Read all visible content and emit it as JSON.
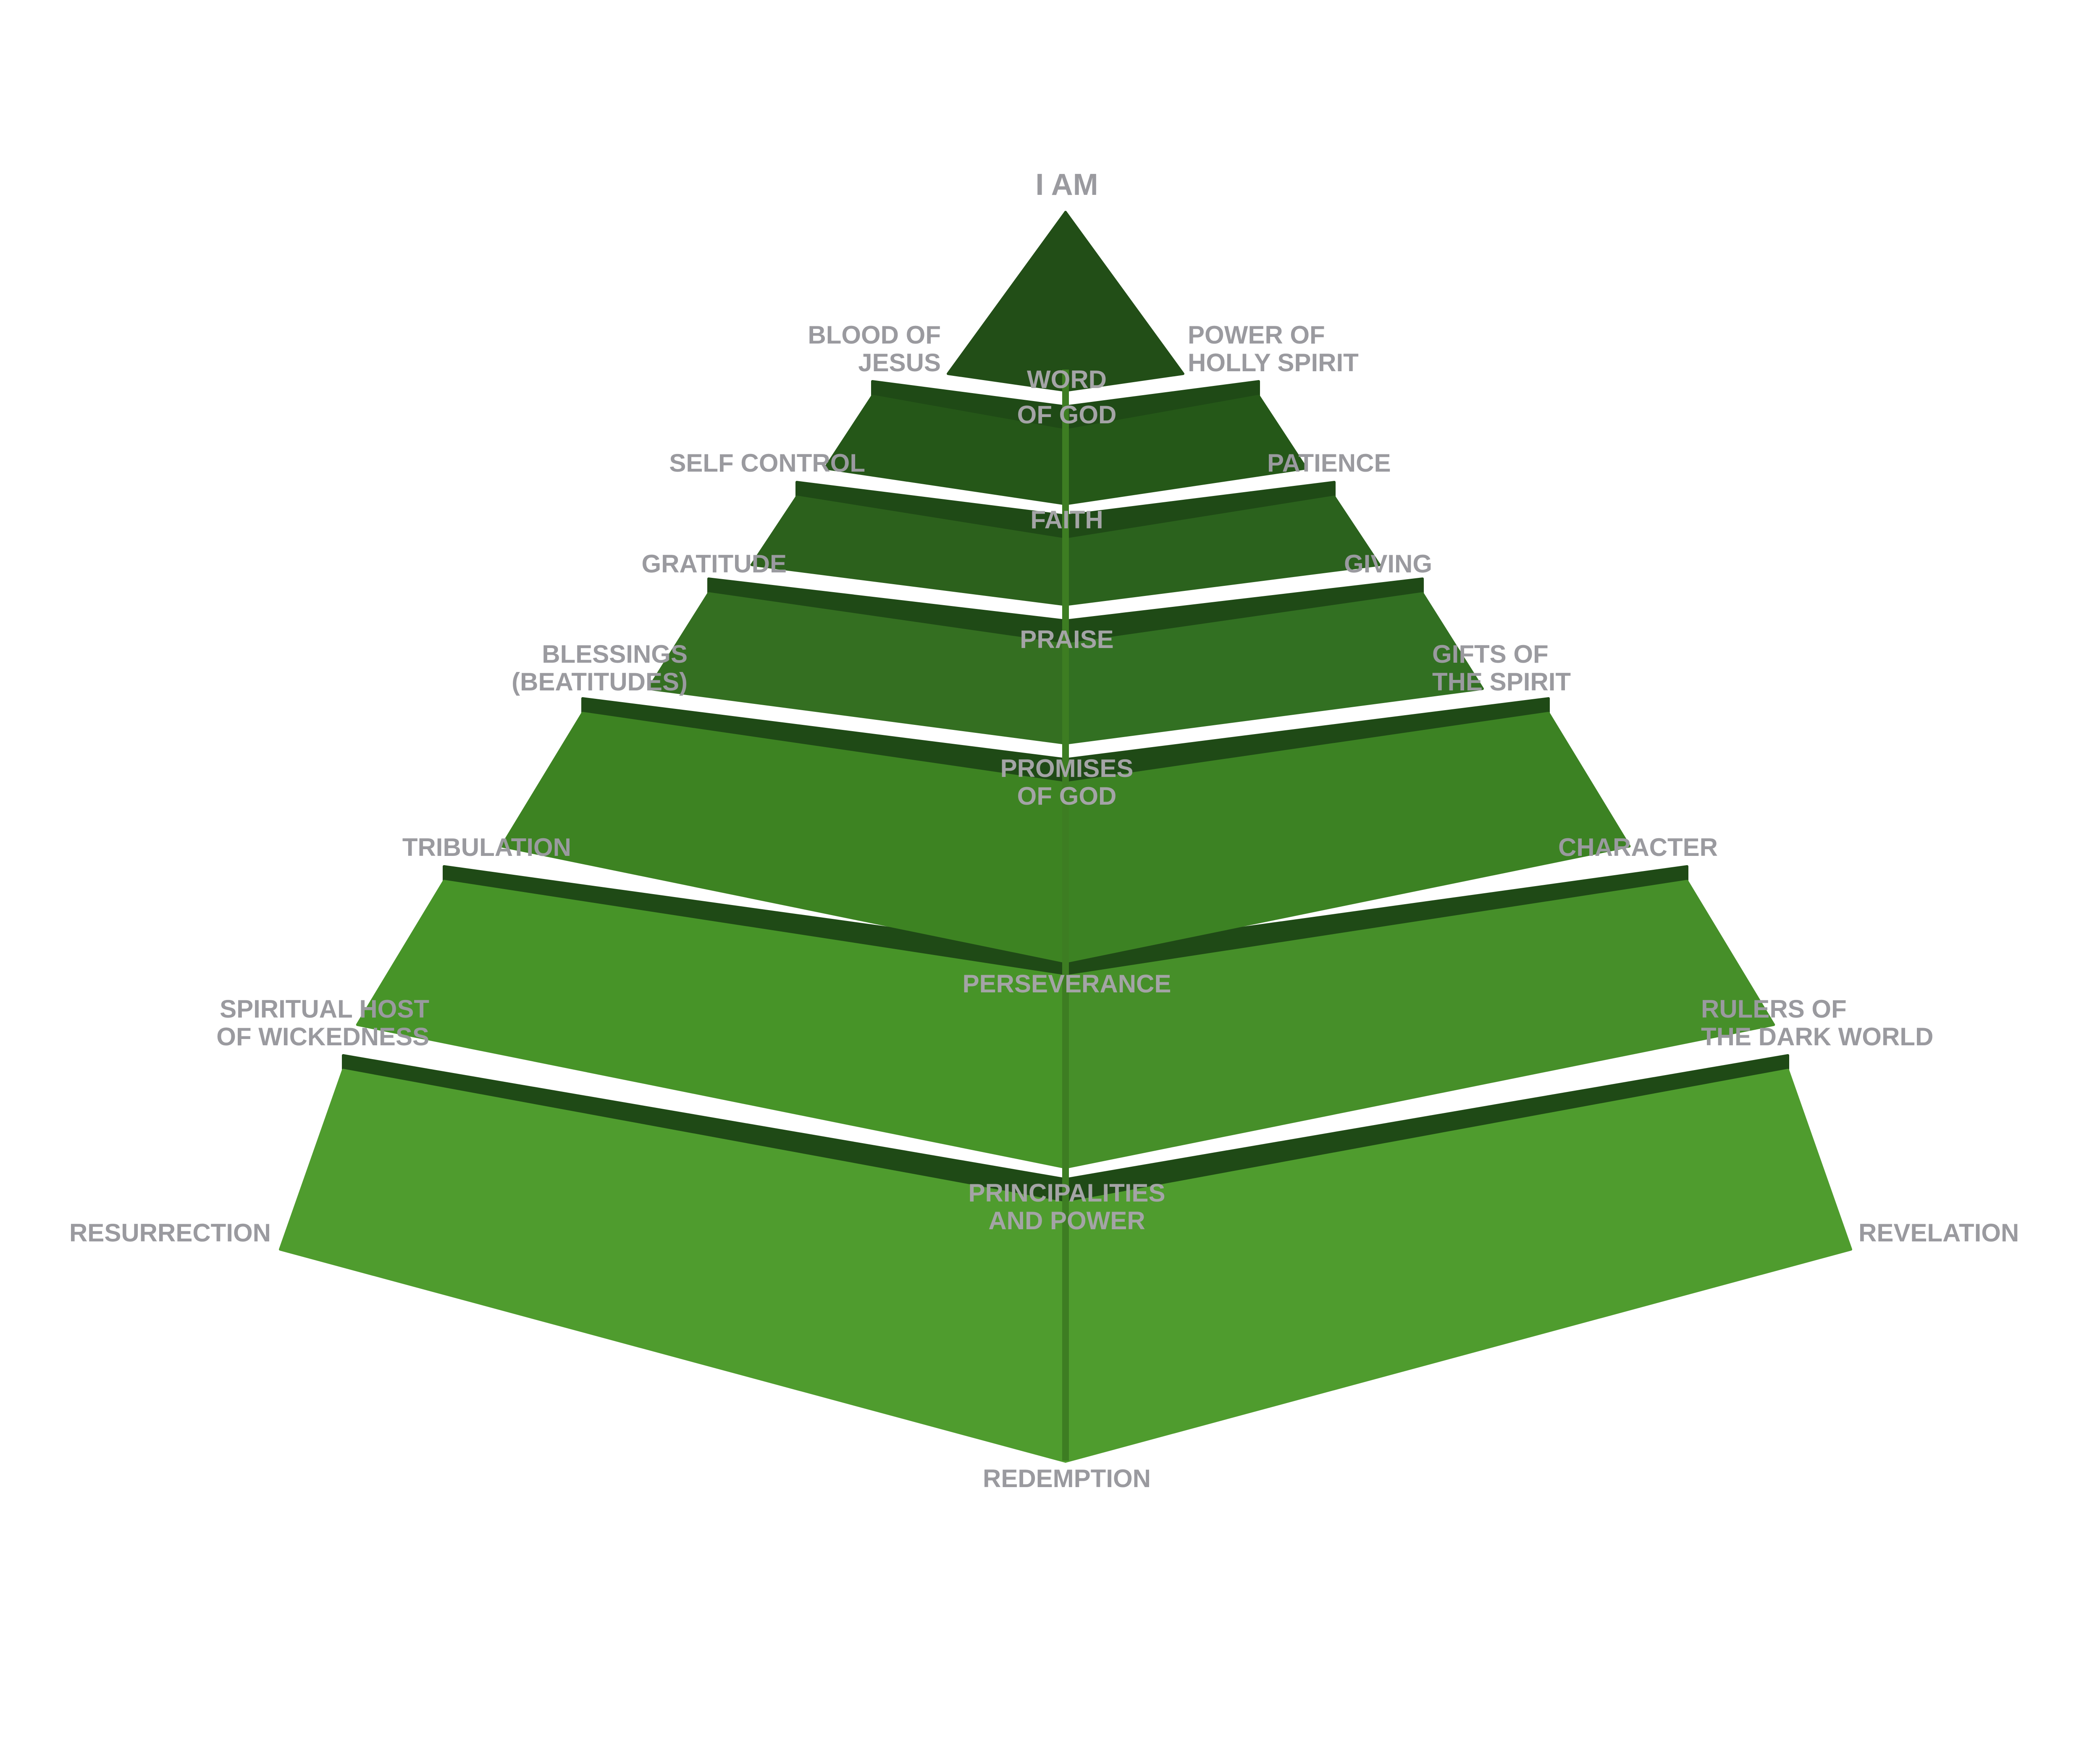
{
  "diagram": {
    "colors": {
      "background": "#ffffff",
      "label_text": "#9a9a9f",
      "band_shadow": "#1f4a16",
      "spine": "#3d7d22",
      "tier_left": [
        "#224e17",
        "#255718",
        "#2c611c",
        "#346f21",
        "#3d8322",
        "#479428",
        "#4f9c2e"
      ],
      "tier_right": [
        "#224e17",
        "#255818",
        "#2b621d",
        "#327022",
        "#3c8223",
        "#468f29",
        "#4f9c2e"
      ]
    },
    "apex": {
      "label": "I AM"
    },
    "bottom": {
      "label": "REDEMPTION"
    },
    "tiers": [
      {
        "center": [
          "WORD",
          "OF GOD"
        ],
        "left": [
          "BLOOD OF",
          "JESUS"
        ],
        "right": [
          "POWER OF",
          "HOLLY SPIRIT"
        ]
      },
      {
        "center": [
          "FAITH"
        ],
        "left": [
          "SELF CONTROL"
        ],
        "right": [
          "PATIENCE"
        ]
      },
      {
        "center": [
          "PRAISE"
        ],
        "left": [
          "GRATITUDE"
        ],
        "right": [
          "GIVING"
        ]
      },
      {
        "center": [
          "PROMISES",
          "OF GOD"
        ],
        "left": [
          "BLESSINGS",
          "(BEATITUDES)"
        ],
        "right": [
          "GIFTS OF",
          "THE SPIRIT"
        ]
      },
      {
        "center": [
          "PERSEVERANCE"
        ],
        "left": [
          "TRIBULATION"
        ],
        "right": [
          "CHARACTER"
        ]
      },
      {
        "center": [
          "PRINCIPALITIES",
          "AND POWER"
        ],
        "left": [
          "SPIRITUAL HOST",
          "OF WICKEDNESS"
        ],
        "right": [
          "RULERS OF",
          "THE DARK WORLD"
        ]
      },
      {
        "center": [],
        "left": [
          "RESURRECTION"
        ],
        "right": [
          "REVELATION"
        ]
      }
    ]
  }
}
